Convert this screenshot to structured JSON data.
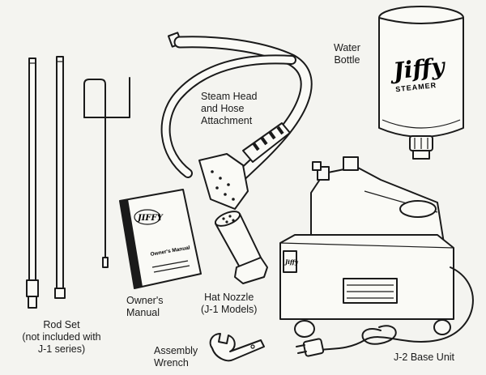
{
  "labels": {
    "water_bottle": [
      "Water",
      "Bottle"
    ],
    "steam_head": [
      "Steam Head",
      "and Hose",
      "Attachment"
    ],
    "rod_set": [
      "Rod Set",
      "(not included with",
      "J-1 series)"
    ],
    "owners_manual": [
      "Owner's",
      "Manual"
    ],
    "hat_nozzle": [
      "Hat Nozzle",
      "(J-1 Models)"
    ],
    "assembly_wrench": [
      "Assembly",
      "Wrench"
    ],
    "base_unit": [
      "J-2 Base Unit"
    ]
  },
  "brand": {
    "bottle_logo": "Jiffy",
    "bottle_sub": "STEAMER",
    "manual_logo": "JIFFY",
    "manual_title": "Owner's Manual",
    "base_logo": "Jiffy"
  }
}
